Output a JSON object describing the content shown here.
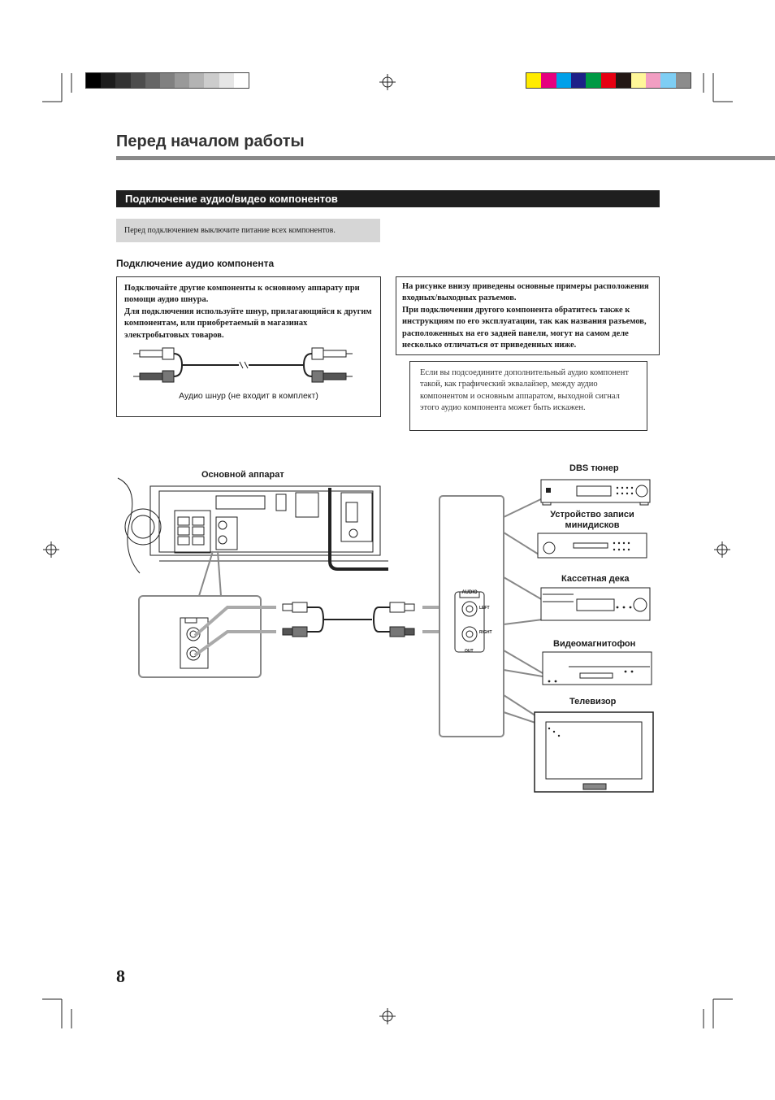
{
  "page": {
    "title": "Перед началом работы",
    "section_title": "Подключение аудио/видео компонентов",
    "power_note": "Перед подключением выключите питание всех компонентов.",
    "subheading": "Подключение аудио компонента",
    "left_box": {
      "line1": "Подключайте другие компоненты к основному аппарату при помощи аудио шнура.",
      "line2": "Для подключения используйте шнур, прилагающийся к другим компонентам, или приобретаемый в магазинах электробытовых товаров.",
      "cable_caption": "Аудио шнур (не входит в комплект)"
    },
    "right_box": {
      "line1": "На рисунке внизу приведены основные примеры расположения входных/выходных разъемов.",
      "line2": "При подключении другого компонента обратитесь также к инструкциям по его эксплуатации, так как названия разъемов, расположенных на его задней панели, могут на самом деле несколько отличаться от приведенных ниже."
    },
    "eq_note": "Если вы подсоедините дополнительный аудио компонент такой, как графический эквалайзер, между аудио компонентом и основным аппаратом, выходной сигнал этого аудио компонента может быть искажен.",
    "page_number": "8"
  },
  "diagram": {
    "main_unit_label": "Основной аппарат",
    "devices": [
      "DBS тюнер",
      "Устройство записи минидисков",
      "Кассетная дека",
      "Видеомагнитофон",
      "Телевизор"
    ],
    "jack_panel": {
      "header": "AUDIO",
      "left": "LEFT",
      "right": "RIGHT",
      "out": "OUT"
    }
  },
  "colors": {
    "gray_bar": [
      "#000000",
      "#1c1c1c",
      "#333333",
      "#4d4d4d",
      "#666666",
      "#808080",
      "#999999",
      "#b3b3b3",
      "#cccccc",
      "#e6e6e6",
      "#ffffff"
    ],
    "color_bar": [
      "#ffeb00",
      "#e6007e",
      "#00a0e9",
      "#1d2088",
      "#009944",
      "#e60012",
      "#231815",
      "#fff799",
      "#f19ec2",
      "#7ecef4",
      "#8c8c8c"
    ],
    "section_bar": "#1f1f1f",
    "note_box": "#d6d6d6"
  }
}
